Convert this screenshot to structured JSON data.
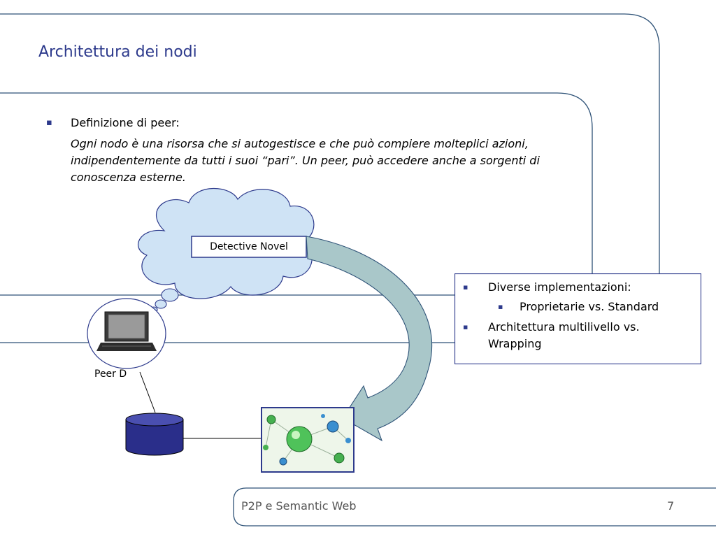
{
  "slide": {
    "title": "Architettura dei nodi",
    "definition_label": "Definizione di peer:",
    "definition_text": "Ogni nodo è una risorsa che si autogestisce e che può compiere molteplici azioni, indipendentemente da tutti i suoi “pari”. Un peer, può accedere anche a sorgenti di conoscenza esterne.",
    "bullet_glyph": "▪"
  },
  "diagram": {
    "cloud_label": "Detective Novel",
    "peer_label": "Peer D",
    "icons": [
      "cloud-icon",
      "laptop-icon",
      "database-icon",
      "network-image",
      "curved-arrow"
    ]
  },
  "textbox": {
    "items": [
      {
        "label": "Diverse implementazioni:",
        "level": 1
      },
      {
        "label": "Proprietarie vs. Standard",
        "level": 2
      },
      {
        "label": "Architettura multilivello vs.",
        "level": 1
      },
      {
        "label": "Wrapping",
        "level": 1
      }
    ]
  },
  "footer": {
    "text": "P2P e Semantic Web",
    "page": "7"
  },
  "colors": {
    "accent": "#2d3a8c",
    "frame": "#2e5277",
    "cloud": "#cfe3f5",
    "arrow": "#a9c7c9",
    "db": "#2a2e8a"
  }
}
